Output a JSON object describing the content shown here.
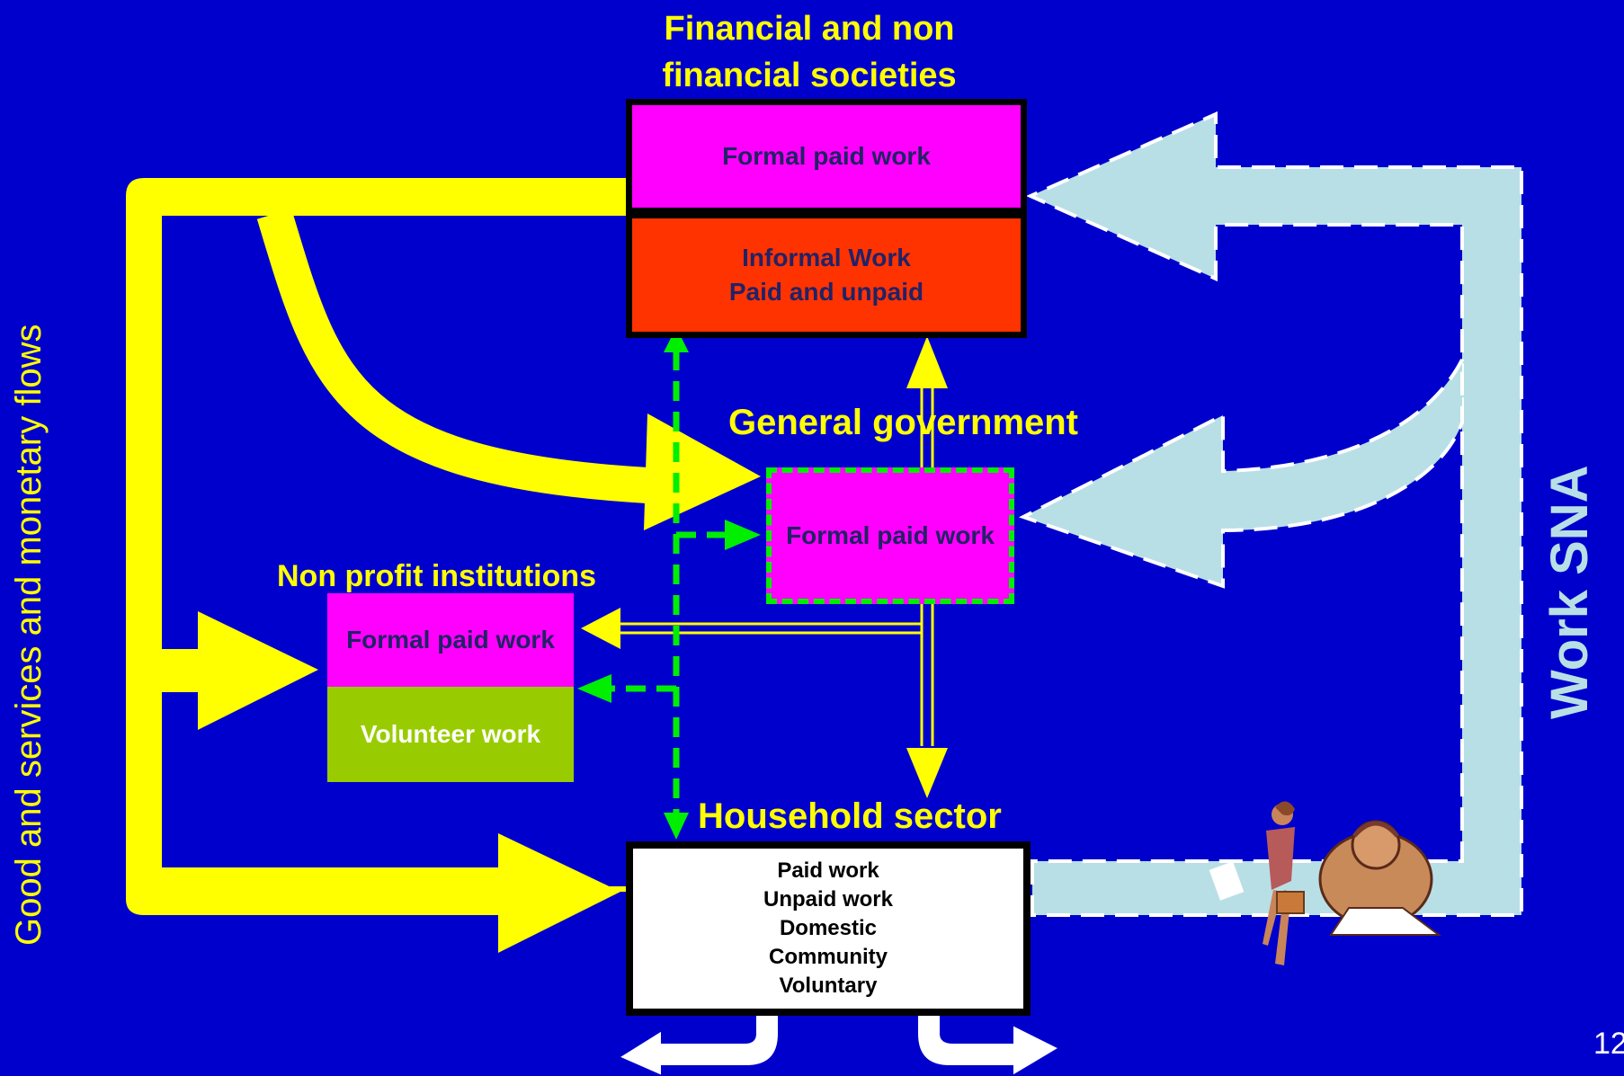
{
  "colors": {
    "background": "#0000cc",
    "yellow_flow": "#ffff00",
    "work_sna_flow": "#b8dfe6",
    "green_dashed": "#00ee00",
    "formal_paid": "#ff00ff",
    "informal": "#ff3300",
    "volunteer": "#99cc00",
    "household_box": "#ffffff"
  },
  "side_labels": {
    "left": "Good and services and monetary flows",
    "right": "Work  SNA"
  },
  "financial": {
    "title": "Financial and non\nfinancial societies",
    "formal": "Formal paid work",
    "informal": "Informal Work\nPaid and unpaid"
  },
  "government": {
    "title": "General government",
    "formal": "Formal paid work"
  },
  "nonprofit": {
    "title": "Non profit institutions",
    "formal": "Formal paid work",
    "volunteer": "Volunteer work"
  },
  "household": {
    "title": "Household sector",
    "items": [
      "Paid work",
      "Unpaid work",
      "Domestic",
      "Community",
      "Voluntary"
    ]
  },
  "page_number": "12",
  "illustrations": [
    "walking-woman-clipart",
    "businessman-headset-clipart"
  ]
}
